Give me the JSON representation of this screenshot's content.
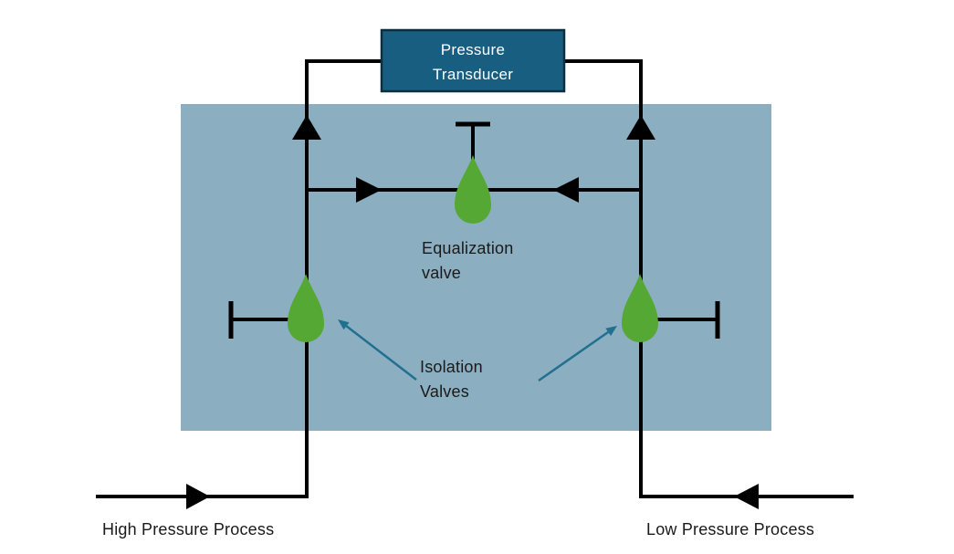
{
  "diagram": {
    "transducer": {
      "line1": "Pressure",
      "line2": "Transducer"
    },
    "equalization_valve_label": {
      "line1": "Equalization",
      "line2": "valve"
    },
    "isolation_valves_label": {
      "line1": "Isolation",
      "line2": "Valves"
    },
    "high_pressure_label": "High Pressure Process",
    "low_pressure_label": "Low Pressure Process",
    "colors": {
      "transducer_fill": "#175E80",
      "transducer_border": "#0C2F40",
      "transducer_text": "#FFFFFF",
      "manifold_fill": "#8CAEC1",
      "valve_green": "#55A834",
      "annotation_teal": "#21708F",
      "pipe_black": "#000000",
      "label_text": "#1A1A1A"
    }
  }
}
